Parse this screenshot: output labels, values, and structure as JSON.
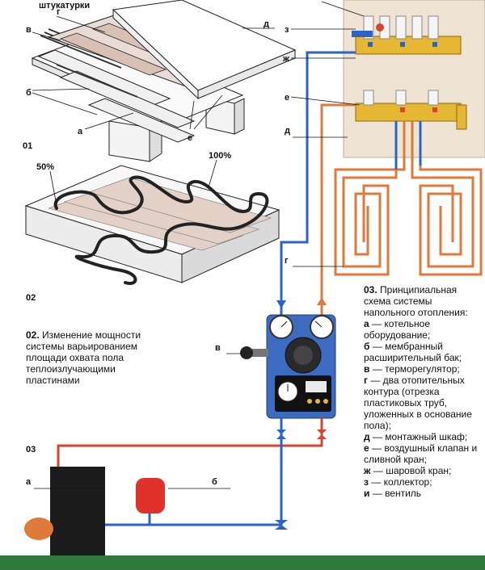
{
  "top_cut_text": "штукатурки",
  "fig01": {
    "number": "01",
    "labels": {
      "a": "а",
      "b": "б",
      "v": "в",
      "g": "г",
      "d": "д",
      "e": "е"
    }
  },
  "fig02": {
    "number": "02",
    "pct_left": "50%",
    "pct_right": "100%",
    "caption_num": "02.",
    "caption_text": "Изменение мощности системы варьированием площади охвата пола теплоизлучающими пластинами"
  },
  "fig03": {
    "number": "03",
    "labels": {
      "a": "а",
      "b": "б",
      "v": "в",
      "g": "г",
      "d": "д",
      "e": "е",
      "zh": "ж",
      "z": "з"
    },
    "caption_num": "03.",
    "caption_title": "Принципиальная схема системы напольного отопления:",
    "legend": [
      {
        "key": "а",
        "text": "— котельное оборудование;"
      },
      {
        "key": "б",
        "text": "— мембранный расширительный бак;"
      },
      {
        "key": "в",
        "text": "— терморегулятор;"
      },
      {
        "key": "г",
        "text": "— два отопительных контура (отрезка пластиковых труб, уложенных в основание пола);"
      },
      {
        "key": "д",
        "text": "— монтажный шкаф;"
      },
      {
        "key": "е",
        "text": "— воздушный клапан и сливной кран;"
      },
      {
        "key": "ж",
        "text": "— шаровой кран;"
      },
      {
        "key": "з",
        "text": "— коллектор;"
      },
      {
        "key": "и",
        "text": "— вентиль"
      }
    ]
  },
  "colors": {
    "supply_pipe": "#d9442e",
    "return_pipe": "#2b63c6",
    "heating_loop": "#e07a3a",
    "cabinet_bg": "#efe4d3",
    "boiler": "#1c1c1c",
    "tank": "#e0322b",
    "pump_unit": "#3d6bc0",
    "ground": "#2f7a3c",
    "collector": "#e5b733"
  }
}
